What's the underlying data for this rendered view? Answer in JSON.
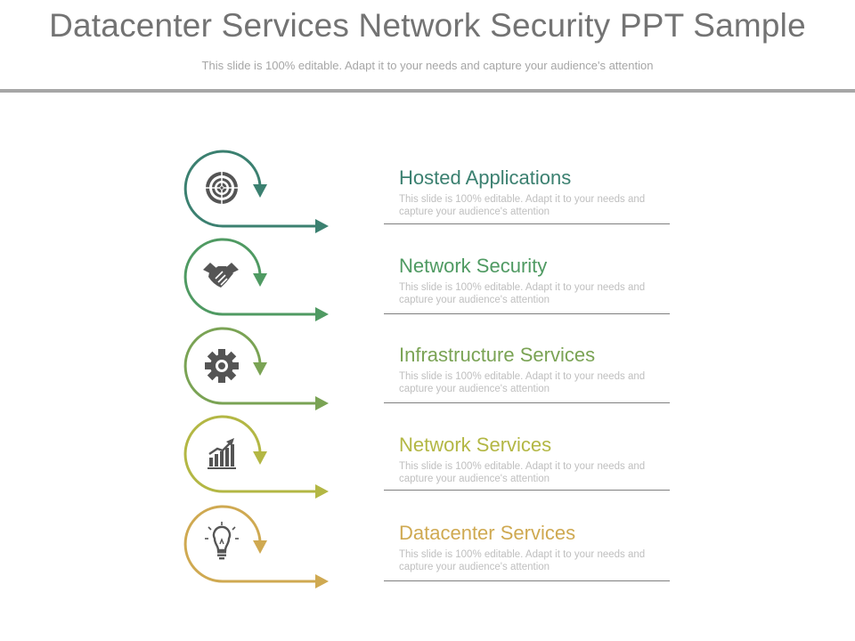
{
  "slide": {
    "title": "Datacenter Services Network Security PPT Sample",
    "subtitle": "This slide is 100% editable. Adapt it to your needs and capture your audience's attention"
  },
  "items": [
    {
      "heading": "Hosted Applications",
      "description": "This slide is 100% editable. Adapt it to your needs and capture your audience's attention",
      "icon": "target-icon",
      "color": "#3b8070"
    },
    {
      "heading": "Network Security",
      "description": "This slide is 100% editable. Adapt it to your needs and capture your audience's attention",
      "icon": "handshake-icon",
      "color": "#4f9a62"
    },
    {
      "heading": "Infrastructure Services",
      "description": "This slide is 100% editable. Adapt it to your needs and capture your audience's attention",
      "icon": "gear-icon",
      "color": "#7aa354"
    },
    {
      "heading": "Network Services",
      "description": "This slide is 100% editable. Adapt it to your needs and capture your audience's attention",
      "icon": "growth-chart-icon",
      "color": "#b3b744"
    },
    {
      "heading": "Datacenter Services",
      "description": "This slide is 100% editable. Adapt it to your needs and capture your audience's attention",
      "icon": "lightbulb-icon",
      "color": "#cfa951"
    }
  ]
}
